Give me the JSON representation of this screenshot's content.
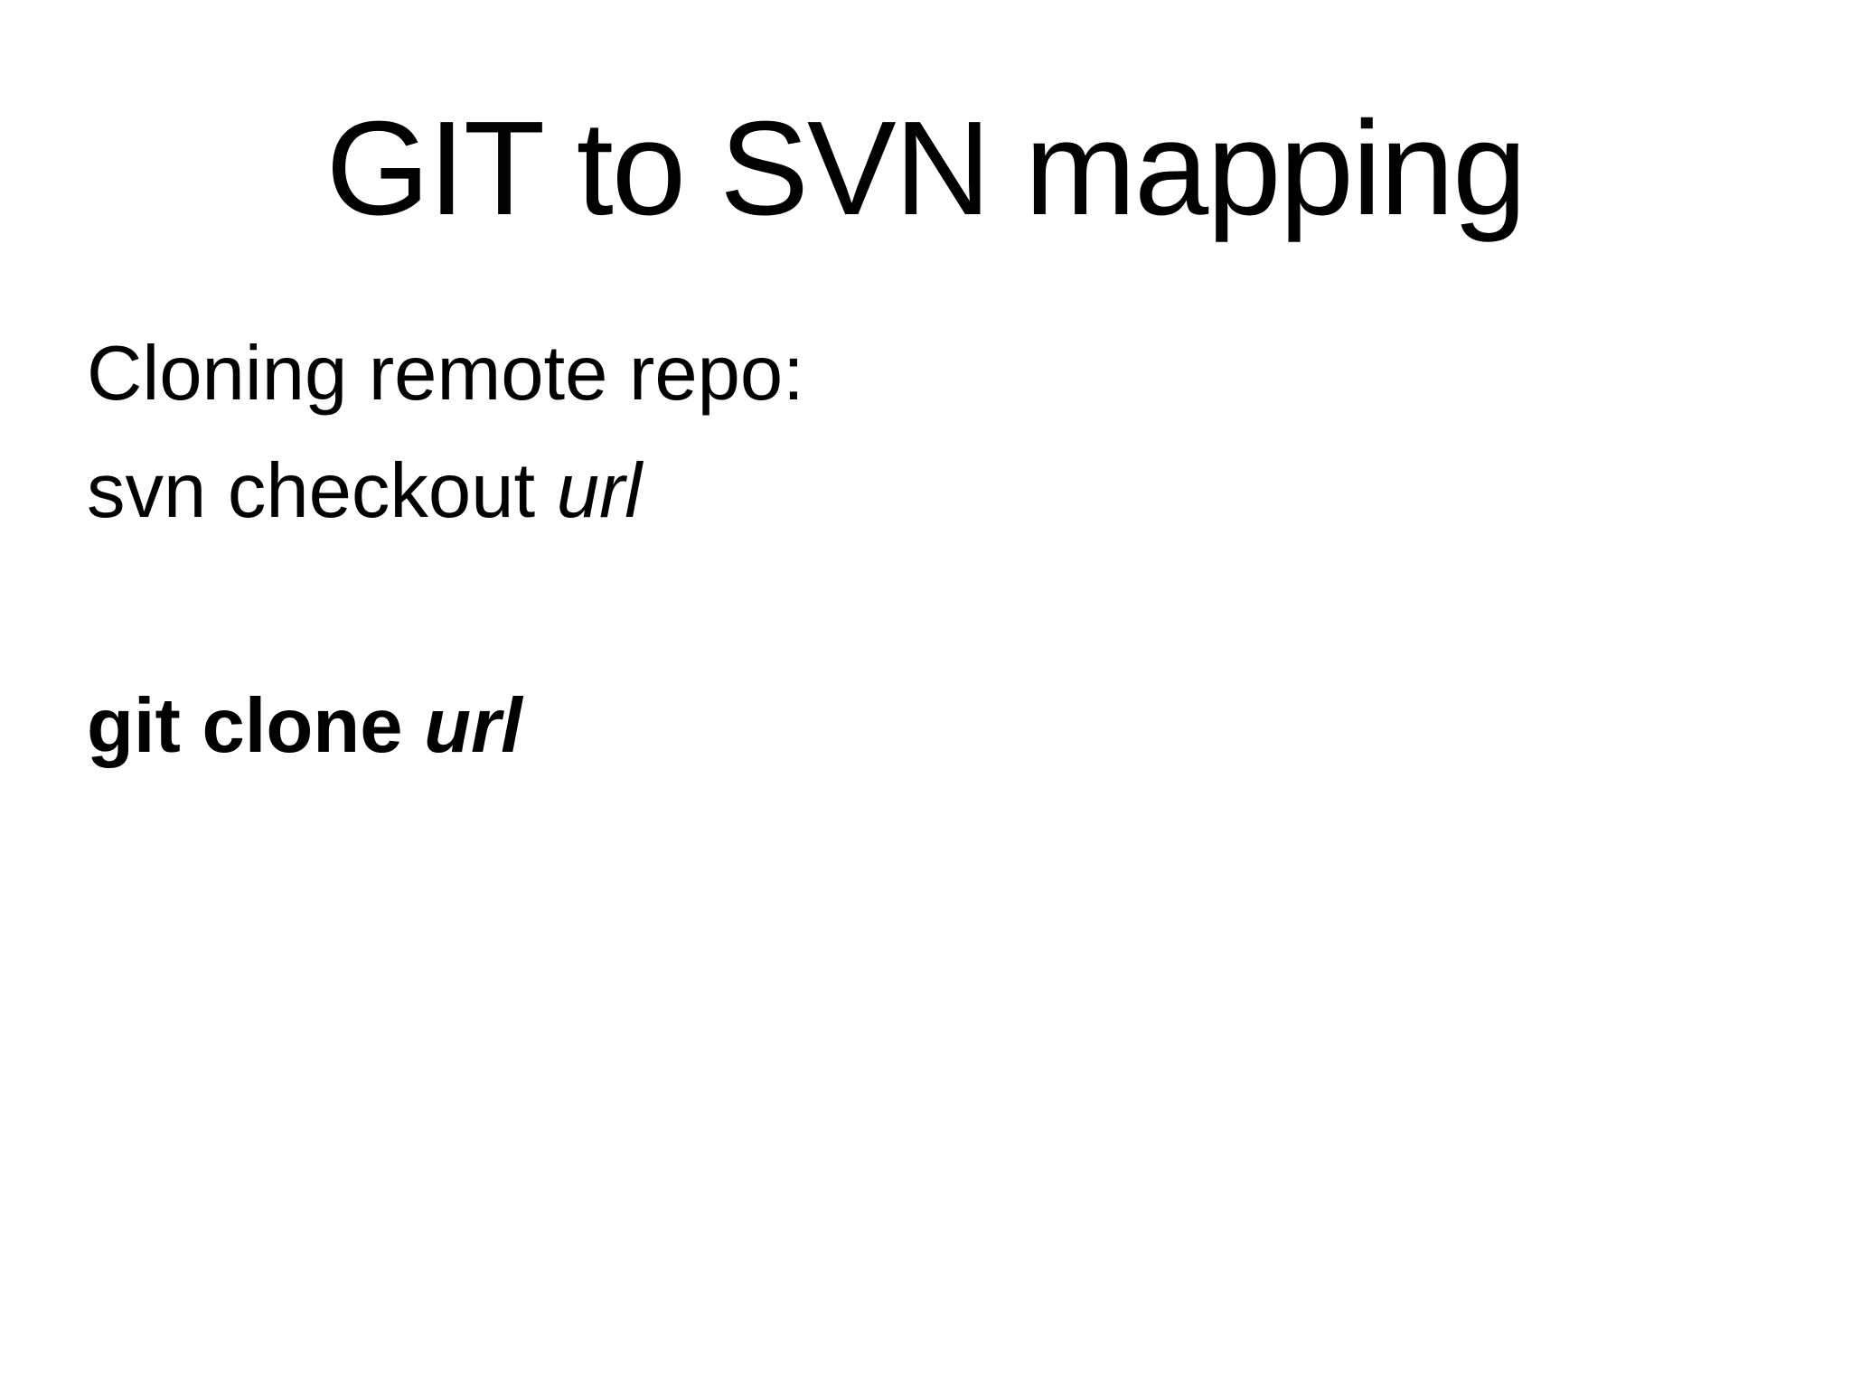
{
  "slide": {
    "title": "GIT to SVN mapping",
    "body": {
      "intro_line": "Cloning remote repo:",
      "svn_command": {
        "prefix": "svn checkout ",
        "arg": "url"
      },
      "git_command": {
        "prefix": "git clone ",
        "arg": "url"
      }
    },
    "colors": {
      "text": "#000000",
      "background": "#ffffff"
    }
  }
}
